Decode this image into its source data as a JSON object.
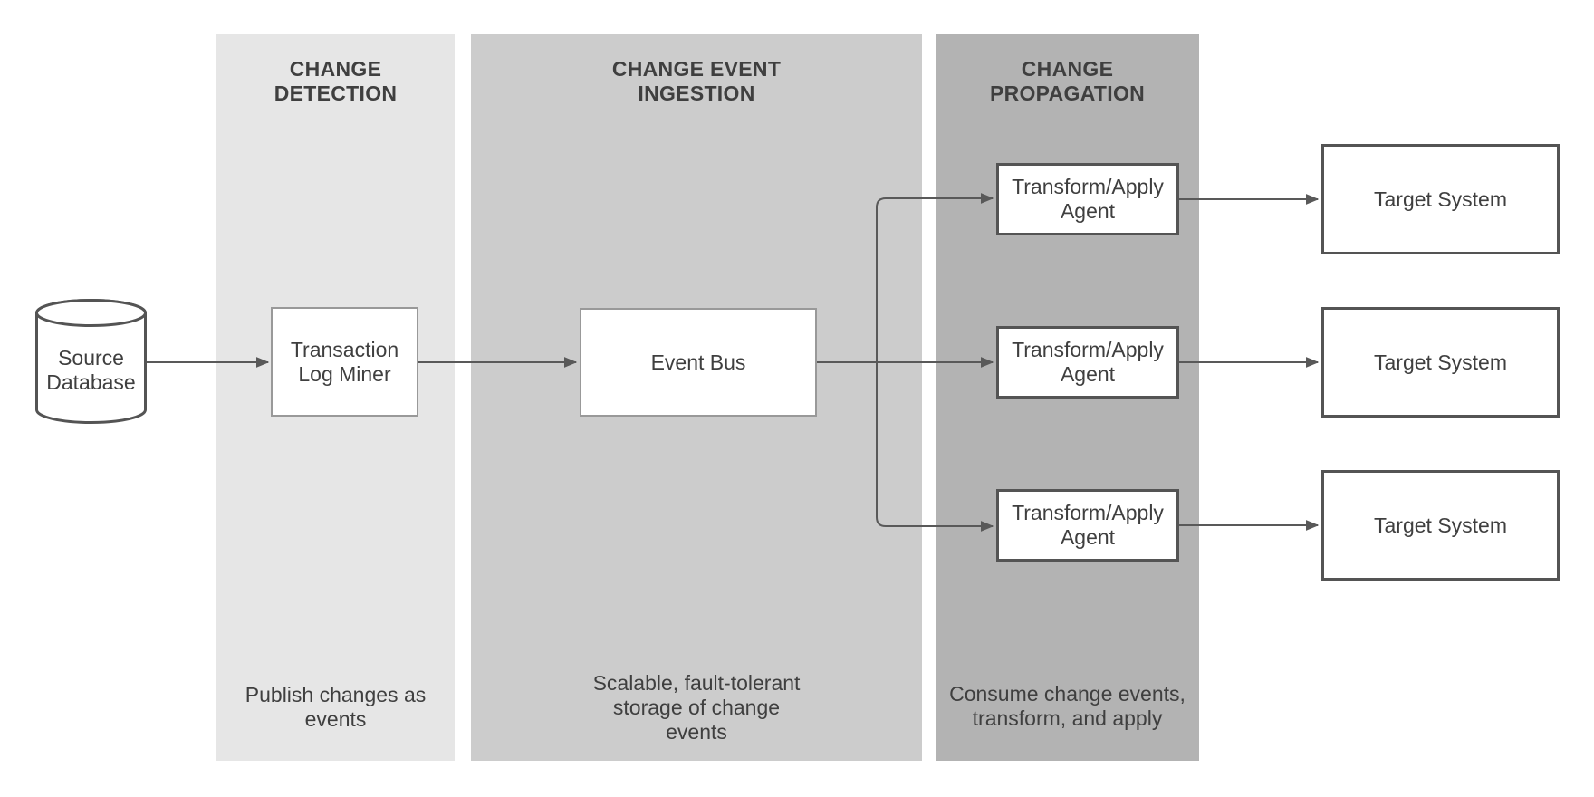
{
  "colors": {
    "lane1_fill": "#e6e6e6",
    "lane2_fill": "#cccccc",
    "lane3_fill": "#b3b3b3",
    "node_fill": "#ffffff",
    "light_border": "#999999",
    "dark_border": "#545454",
    "line": "#595959",
    "text": "#3f3f3f"
  },
  "lanes": [
    {
      "title": "CHANGE\nDETECTION",
      "caption": "Publish changes as\nevents"
    },
    {
      "title": "CHANGE EVENT\nINGESTION",
      "caption": "Scalable, fault-tolerant\nstorage of change\nevents"
    },
    {
      "title": "CHANGE\nPROPAGATION",
      "caption": "Consume change events,\ntransform, and apply"
    }
  ],
  "nodes": {
    "source_database": "Source\nDatabase",
    "transaction_log_miner": "Transaction\nLog Miner",
    "event_bus": "Event Bus",
    "agents": [
      "Transform/Apply\nAgent",
      "Transform/Apply\nAgent",
      "Transform/Apply\nAgent"
    ],
    "targets": [
      "Target System",
      "Target System",
      "Target System"
    ]
  }
}
